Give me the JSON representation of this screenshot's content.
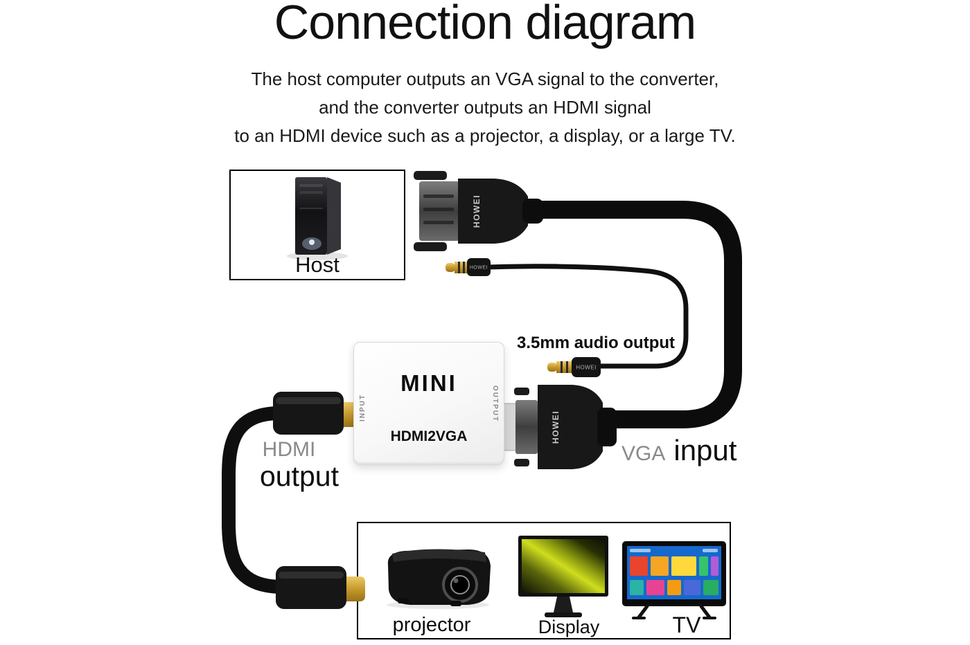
{
  "page": {
    "title": "Connection diagram",
    "subtitle_lines": [
      "The host computer outputs an VGA signal to the converter,",
      "and the converter outputs an HDMI signal",
      "to an HDMI device such as a projector, a display, or a large TV."
    ]
  },
  "host": {
    "label": "Host"
  },
  "audio": {
    "label": "3.5mm audio output"
  },
  "converter": {
    "brand": "MINI",
    "model": "HDMI2VGA",
    "input_port_label": "INPUT",
    "output_port_label": "OUTPUT"
  },
  "cables": {
    "brand": "HOWEI"
  },
  "labels": {
    "hdmi": "HDMI",
    "output": "output",
    "vga": "VGA",
    "input": "input"
  },
  "devices": {
    "projector": "projector",
    "display": "Display",
    "tv": "TV"
  },
  "colors": {
    "cable": "#0e0e0e",
    "gold": "#c79a2e",
    "label_gray": "#8a8a8a",
    "text": "#1a1a1a",
    "tv_screen_blue": "#1668cd",
    "display_glow_green": "#cfdd1e"
  }
}
